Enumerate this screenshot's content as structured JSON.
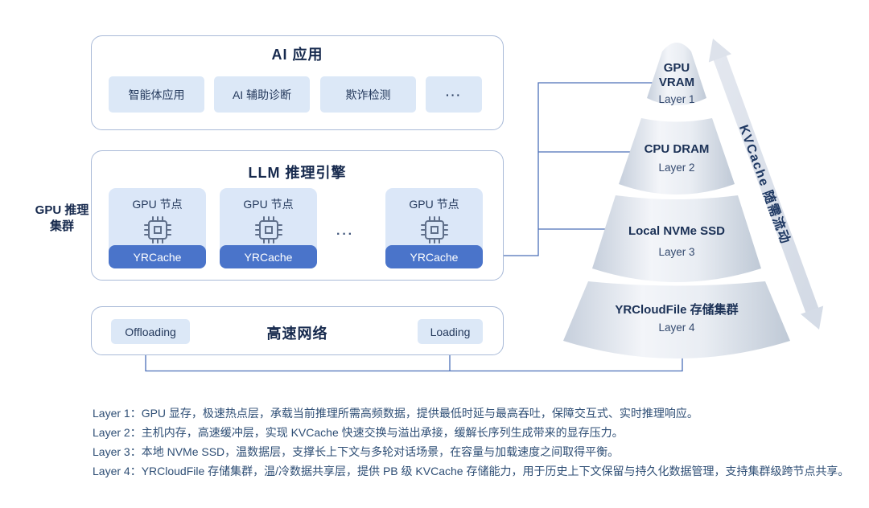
{
  "ai_box": {
    "title": "AI 应用",
    "items": [
      {
        "label": "智能体应用"
      },
      {
        "label": "AI 辅助诊断"
      },
      {
        "label": "欺诈检测"
      },
      {
        "label": "···"
      }
    ]
  },
  "llm_box": {
    "title": "LLM 推理引擎",
    "ellipsis": "···",
    "nodes": [
      {
        "label": "GPU 节点",
        "cache_label": "YRCache"
      },
      {
        "label": "GPU 节点",
        "cache_label": "YRCache"
      },
      {
        "label": "GPU 节点",
        "cache_label": "YRCache"
      }
    ]
  },
  "cluster_label": {
    "line1": "GPU 推理",
    "line2": "集群"
  },
  "network_box": {
    "title": "高速网络",
    "offloading_label": "Offloading",
    "loading_label": "Loading"
  },
  "pyramid": {
    "flow_label": "KVCache 随需流动",
    "layers": [
      {
        "name": "GPU VRAM",
        "layer": "Layer 1"
      },
      {
        "name": "CPU DRAM",
        "layer": "Layer 2"
      },
      {
        "name": "Local NVMe SSD",
        "layer": "Layer 3"
      },
      {
        "name": "YRCloudFile 存储集群",
        "layer": "Layer 4"
      }
    ]
  },
  "descriptions": [
    {
      "text": "Layer 1：GPU 显存，极速热点层，承载当前推理所需高频数据，提供最低时延与最高吞吐，保障交互式、实时推理响应。"
    },
    {
      "text": "Layer 2：主机内存，高速缓冲层，实现 KVCache 快速交换与溢出承接，缓解长序列生成带来的显存压力。"
    },
    {
      "text": "Layer 3：本地 NVMe SSD，温数据层，支撑长上下文与多轮对话场景，在容量与加载速度之间取得平衡。"
    },
    {
      "text": "Layer 4：YRCloudFile 存储集群，温/冷数据共享层，提供 PB 级 KVCache 存储能力，用于历史上下文保留与持久化数据管理，支持集群级跨节点共享。"
    }
  ],
  "colors": {
    "accent_blue": "#4a74ca",
    "light_blue_bg": "#dce8f7",
    "panel_border": "#a9bad8",
    "connector_blue": "#4c6fb8",
    "dark_navy": "#16294d",
    "description_text": "#2e4e75",
    "cone_gray_edge": "#c6cfdc",
    "cone_gray_light": "#f3f5f9",
    "flow_arrow_gray": "#dde2eb"
  }
}
